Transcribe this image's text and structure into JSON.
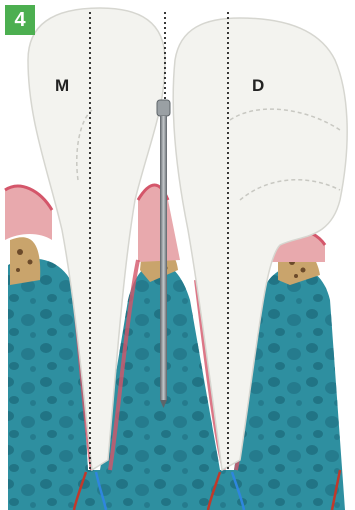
{
  "figure": {
    "number": "4",
    "label_mesial": "M",
    "label_distal": "D"
  },
  "colors": {
    "badge": "#4caf50",
    "bone": "#2e8fa0",
    "bone_pore": "#1f6f80",
    "gingiva": "#e8a9ad",
    "gingiva_edge": "#d4566a",
    "marrow": "#c9a46c",
    "tooth": "#f3f3ef",
    "probe": "#8a8f93"
  }
}
